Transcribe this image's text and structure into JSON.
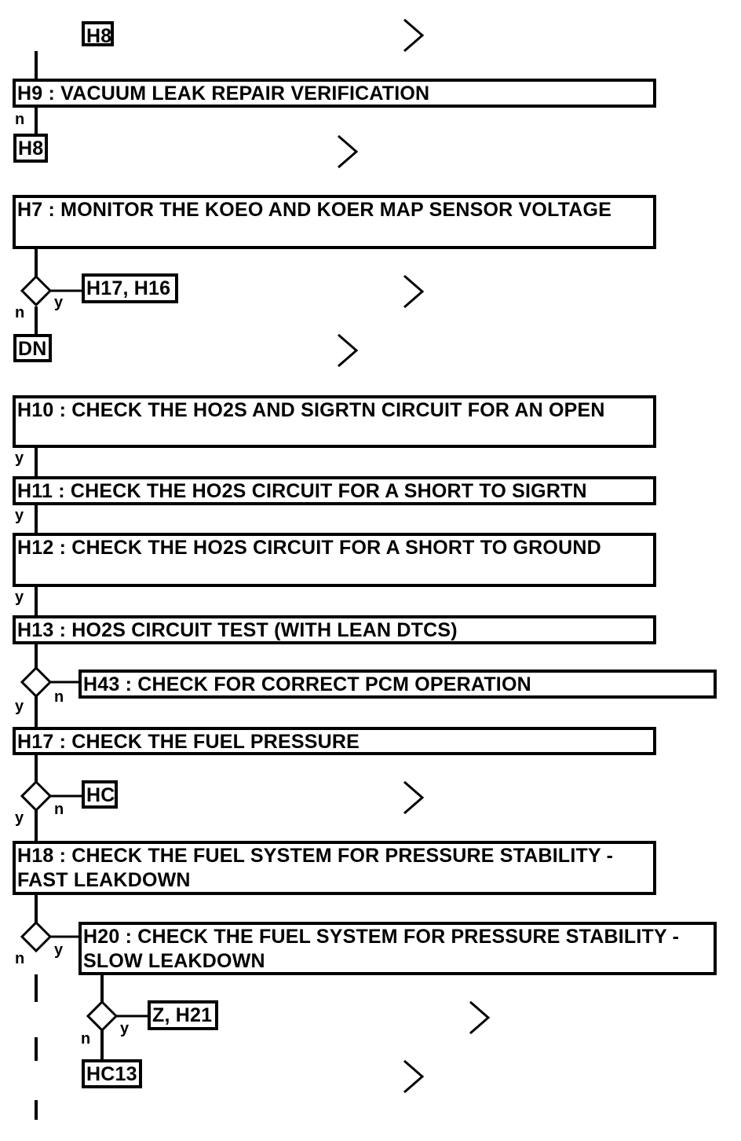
{
  "steps": {
    "h8_top": "H8",
    "h9": "H9 : VACUUM LEAK REPAIR VERIFICATION",
    "h8_ref": "H8",
    "h7": "H7 : MONITOR THE KOEO AND KOER MAP SENSOR VOLTAGE",
    "h17_h16": "H17, H16",
    "dn": "DN",
    "h10": "H10 : CHECK THE HO2S AND SIGRTN CIRCUIT FOR AN OPEN",
    "h11": "H11 : CHECK THE HO2S CIRCUIT FOR A SHORT TO SIGRTN",
    "h12": "H12 : CHECK THE HO2S CIRCUIT FOR A SHORT TO GROUND",
    "h13": "H13 : HO2S CIRCUIT TEST (WITH LEAN DTCS)",
    "h43": "H43 : CHECK FOR CORRECT PCM OPERATION",
    "h17": "H17 : CHECK THE FUEL PRESSURE",
    "hc": "HC",
    "h18": "H18 : CHECK THE FUEL SYSTEM FOR PRESSURE STABILITY - FAST LEAKDOWN",
    "h20": "H20 : CHECK THE FUEL SYSTEM FOR PRESSURE STABILITY - SLOW LEAKDOWN",
    "z_h21": "Z, H21",
    "hc13": "HC13"
  },
  "labels": {
    "yes": "y",
    "no": "n"
  },
  "icons": {
    "chevron": "chevron-right-icon",
    "decision": "decision-diamond"
  }
}
